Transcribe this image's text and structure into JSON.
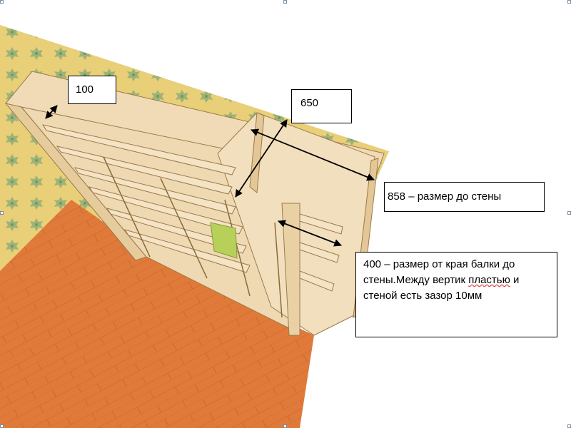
{
  "colors": {
    "wallpaper": "#e8cf78",
    "wallpaper_motif": "#8fae78",
    "floor": "#e07a3a",
    "floor_plank_line": "#c8642a",
    "wood_board": "#f0dbb6",
    "wood_edge": "#c9a97a",
    "green_panel": "#b7d05a",
    "arrow": "#000000",
    "selection_handle": "#7a8ea8"
  },
  "callouts": {
    "depth_100": "100",
    "depth_650": "650",
    "to_wall_858": "858 – размер до стены",
    "beam_note_line1": "400 – размер от края балки до",
    "beam_note_line2_part1": "стены.",
    "beam_note_line2_part2": "Между вертик ",
    "beam_note_line2_word": "пластью",
    "beam_note_line2_part3": " и",
    "beam_note_line3": "стеной есть зазор 10мм"
  },
  "icons": [
    "double-headed-dimension-arrow-icon"
  ]
}
